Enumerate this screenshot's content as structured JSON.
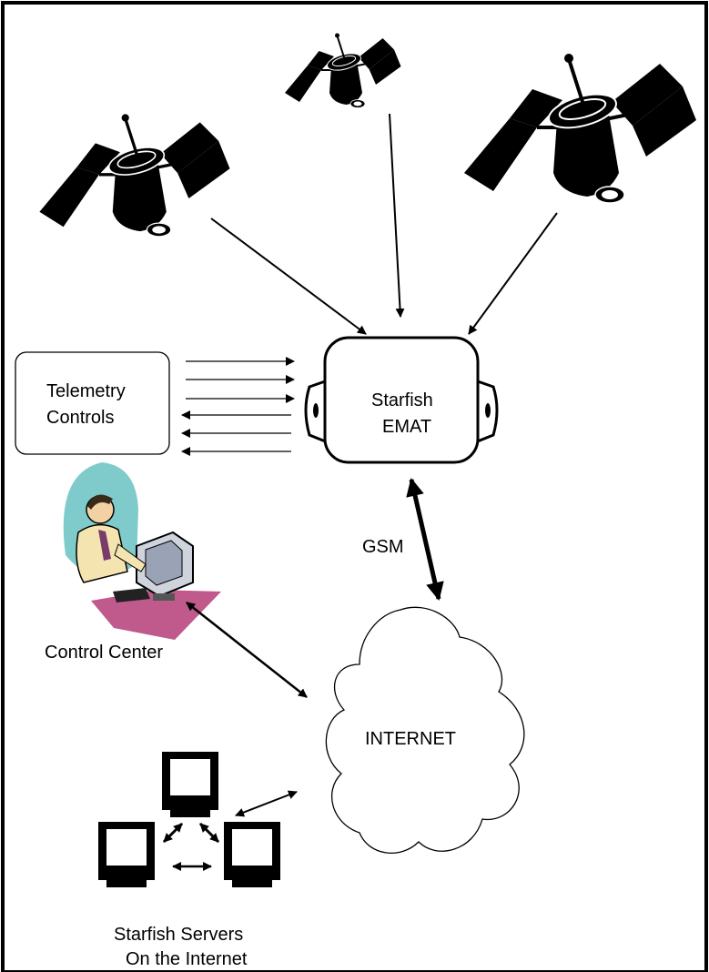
{
  "labels": {
    "telemetry_line1": "Telemetry",
    "telemetry_line2": "Controls",
    "emat_line1": "Starfish",
    "emat_line2": "EMAT",
    "gsm": "GSM",
    "control_center": "Control Center",
    "internet": "INTERNET",
    "servers_line1": "Starfish Servers",
    "servers_line2": "On the Internet"
  },
  "icons": {
    "satellite": "satellite-icon",
    "operator": "operator-at-computer-icon",
    "server": "computer-terminal-icon"
  }
}
